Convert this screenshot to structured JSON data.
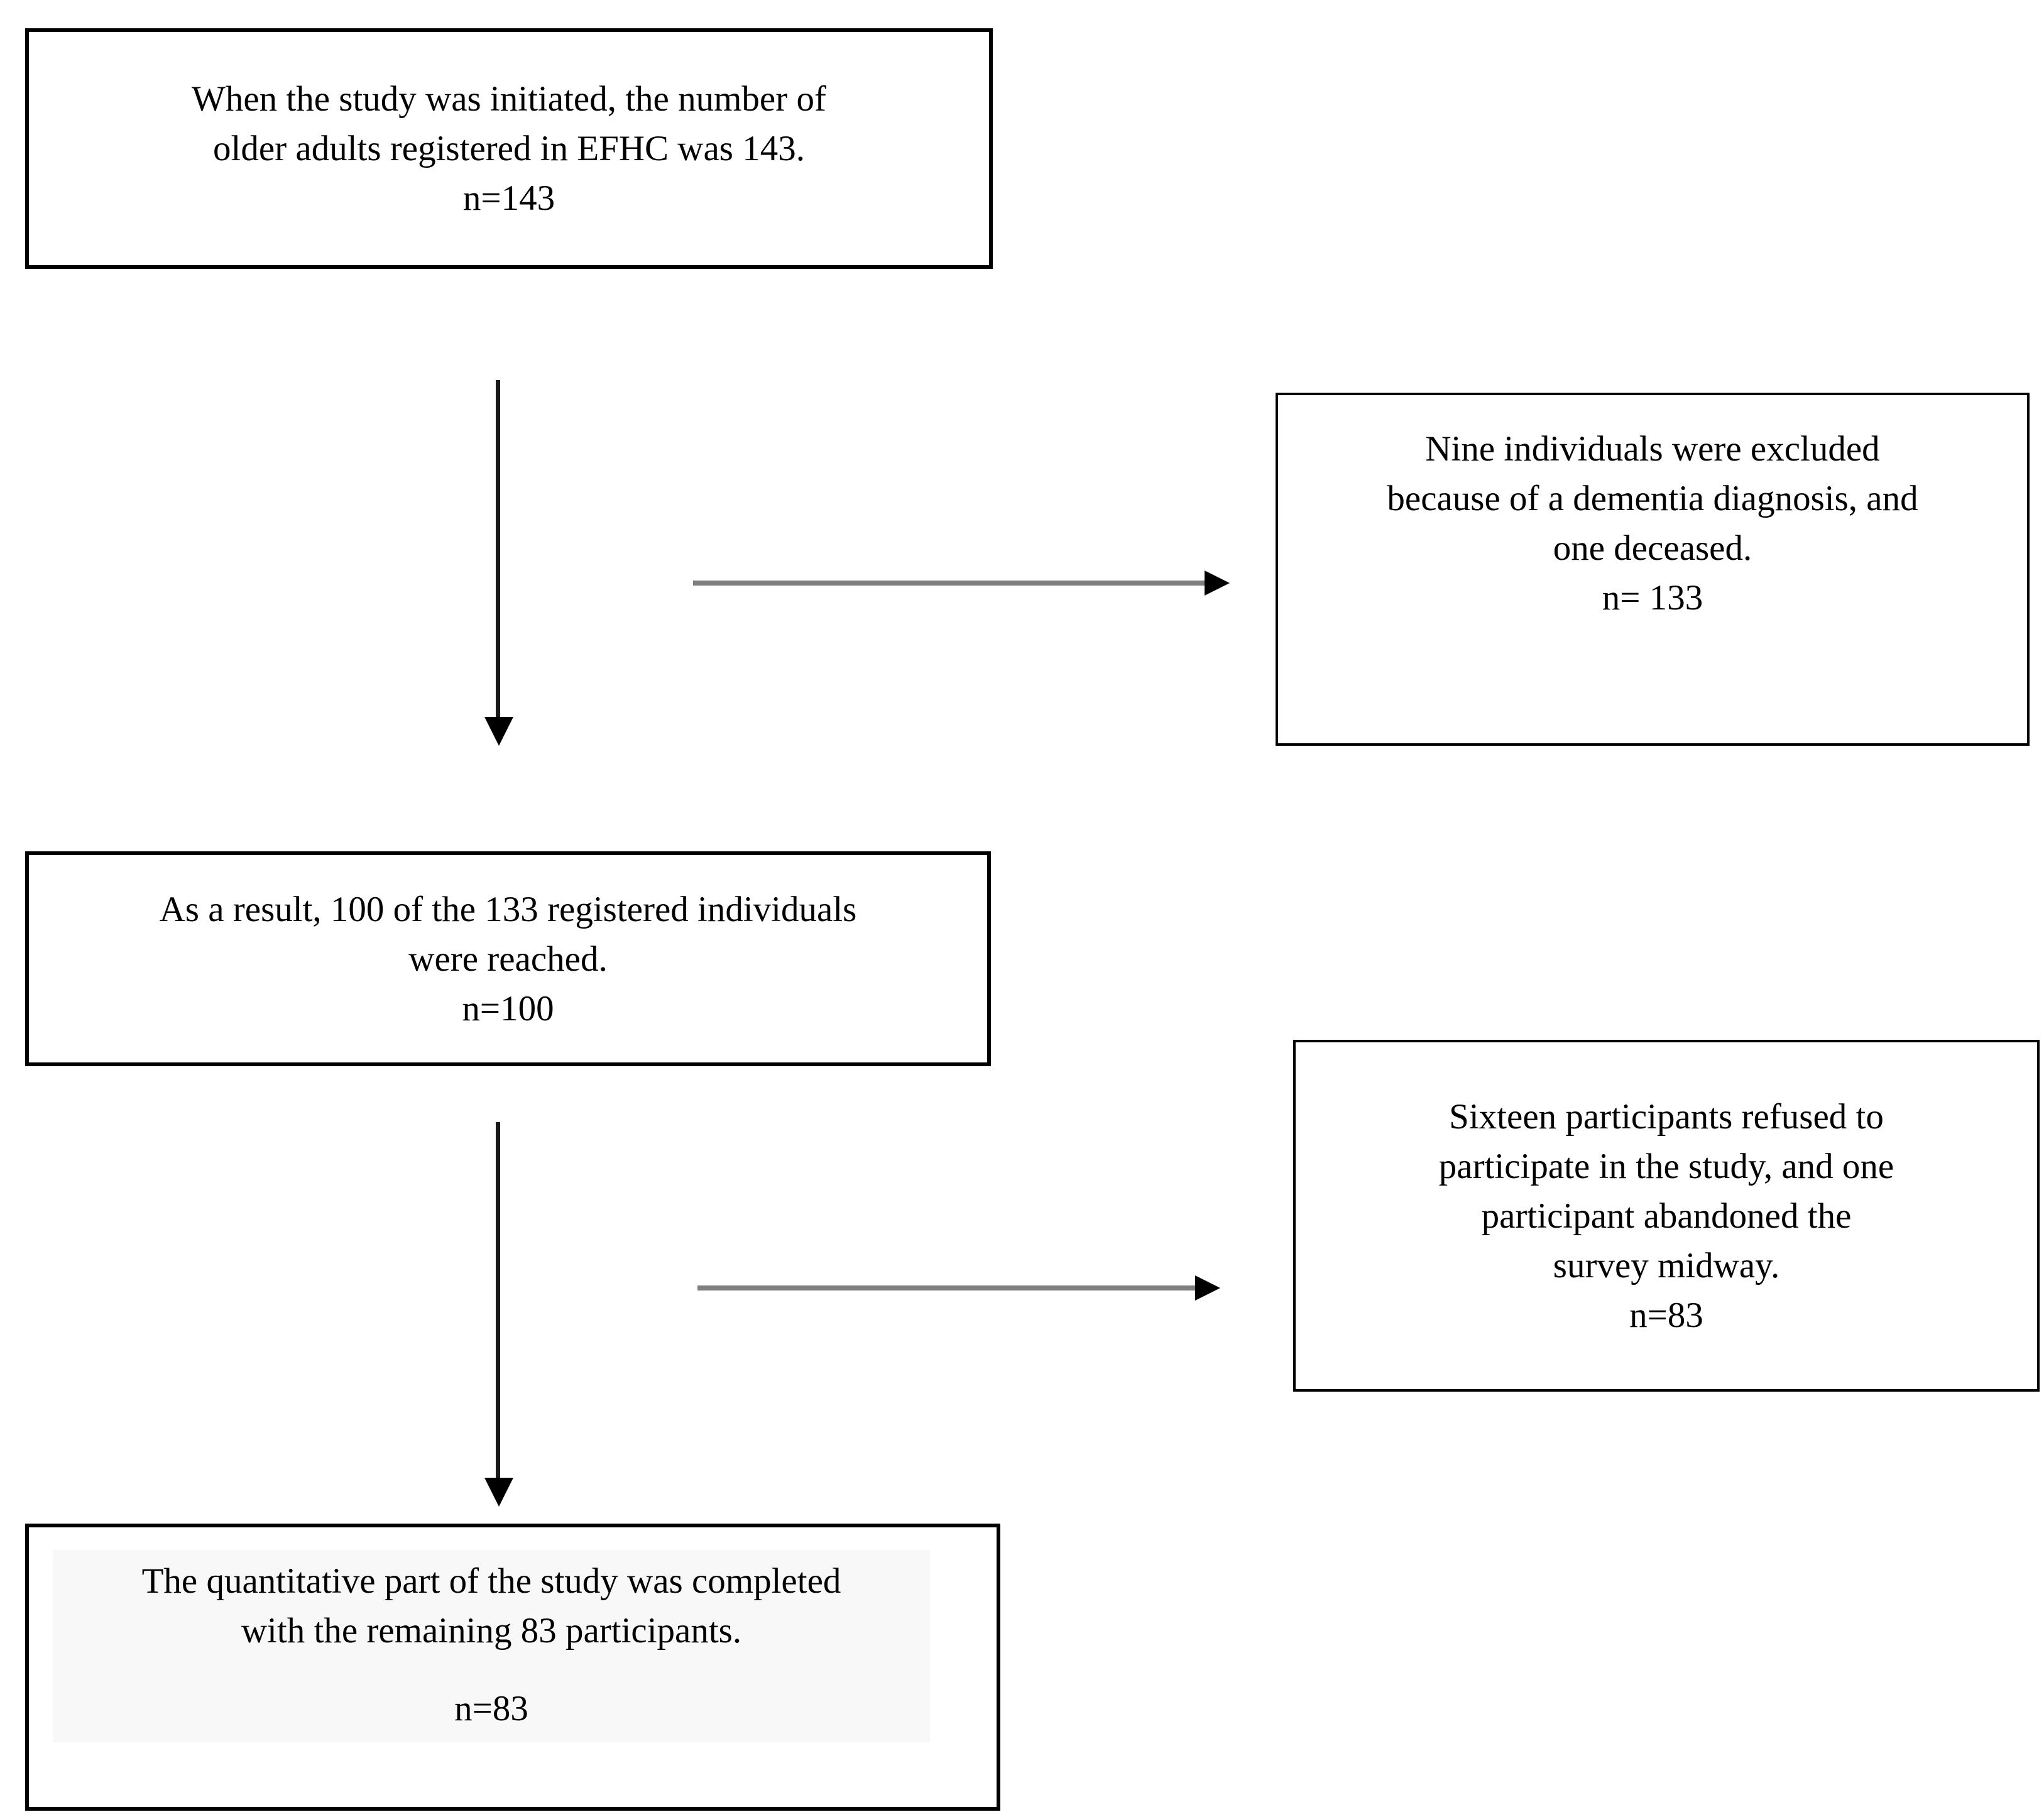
{
  "figure": {
    "type": "participant-flow-diagram",
    "background_color": "#ffffff",
    "box_border_color": "#000000",
    "arrow_shaft_color_horizontal": "#7f7f7f",
    "arrow_color": "#000000",
    "highlight_panel_color": "#f8f8f8"
  },
  "boxes": {
    "initial": {
      "n": "143",
      "lines": [
        "When the study was initiated, the number of",
        "older adults registered in EFHC was 143.",
        "n=143"
      ]
    },
    "excluded": {
      "n": "133",
      "lines": [
        "Nine individuals were excluded",
        "because of a dementia diagnosis, and",
        "one deceased.",
        "n= 133"
      ]
    },
    "reached": {
      "n": "100",
      "lines": [
        "As a result, 100 of the 133 registered individuals",
        "were reached.",
        "n=100"
      ]
    },
    "refused": {
      "n": "83",
      "lines": [
        "Sixteen participants refused to",
        "participate in the study, and one",
        "participant abandoned the",
        "survey midway.",
        "n=83"
      ]
    },
    "completed": {
      "n": "83",
      "lines": [
        "The quantitative part of the study was completed",
        "with the remaining 83 participants.",
        "n=83"
      ]
    }
  }
}
